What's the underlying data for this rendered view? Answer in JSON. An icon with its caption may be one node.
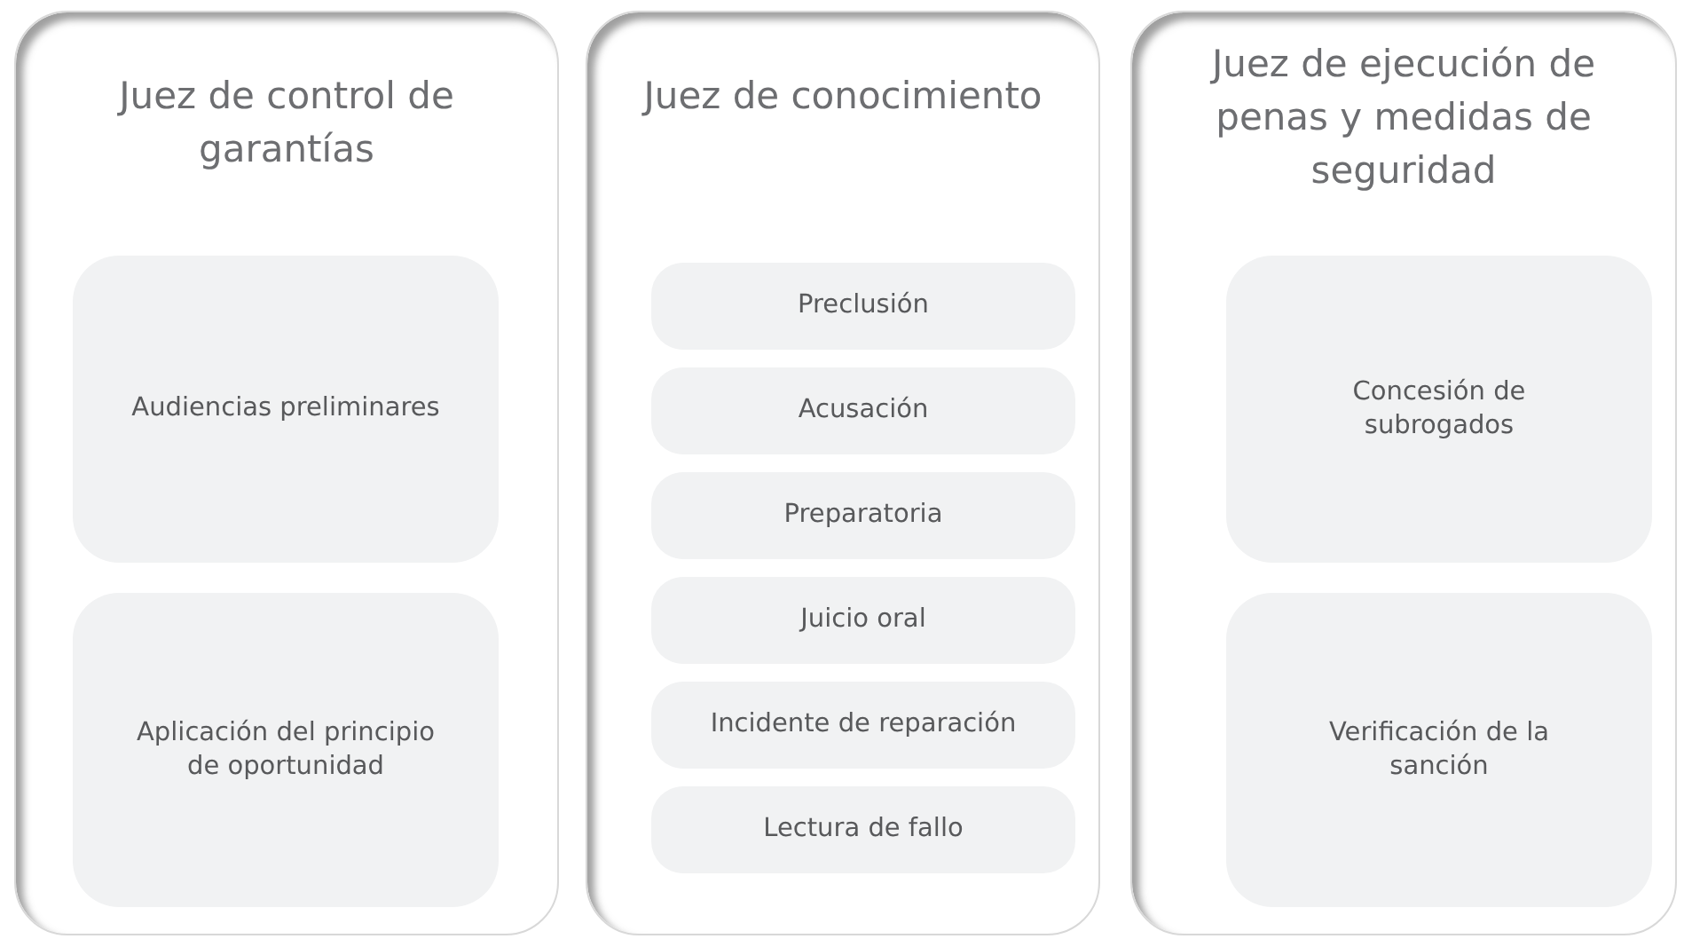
{
  "diagram": {
    "nodes": [
      {
        "text": [
          "Juez de control de garantías"
        ]
      },
      {
        "text": [
          "Audiencias preliminares"
        ],
        "in": 0
      },
      {
        "text": [
          "Aplicación del principio de oportunidad"
        ],
        "in": 0
      },
      {
        "text": [
          "Juez de conocimiento"
        ]
      },
      {
        "text": [
          "Preclusión"
        ],
        "in": 3
      },
      {
        "text": [
          "Acusación"
        ],
        "in": 3
      },
      {
        "text": [
          "Preparatoria"
        ],
        "in": 3
      },
      {
        "text": [
          "Juicio oral"
        ],
        "in": 3
      },
      {
        "text": [
          "Incidente de reparación"
        ],
        "in": 3
      },
      {
        "text": [
          "Lectura de fallo"
        ],
        "in": 3
      },
      {
        "text": [
          "Juez de ejecución de penas y medidas de seguridad"
        ]
      },
      {
        "text": [
          "Concesión de subrogados"
        ],
        "in": 10
      },
      {
        "text": [
          "Verificación de la sanción"
        ],
        "in": 10
      }
    ]
  }
}
